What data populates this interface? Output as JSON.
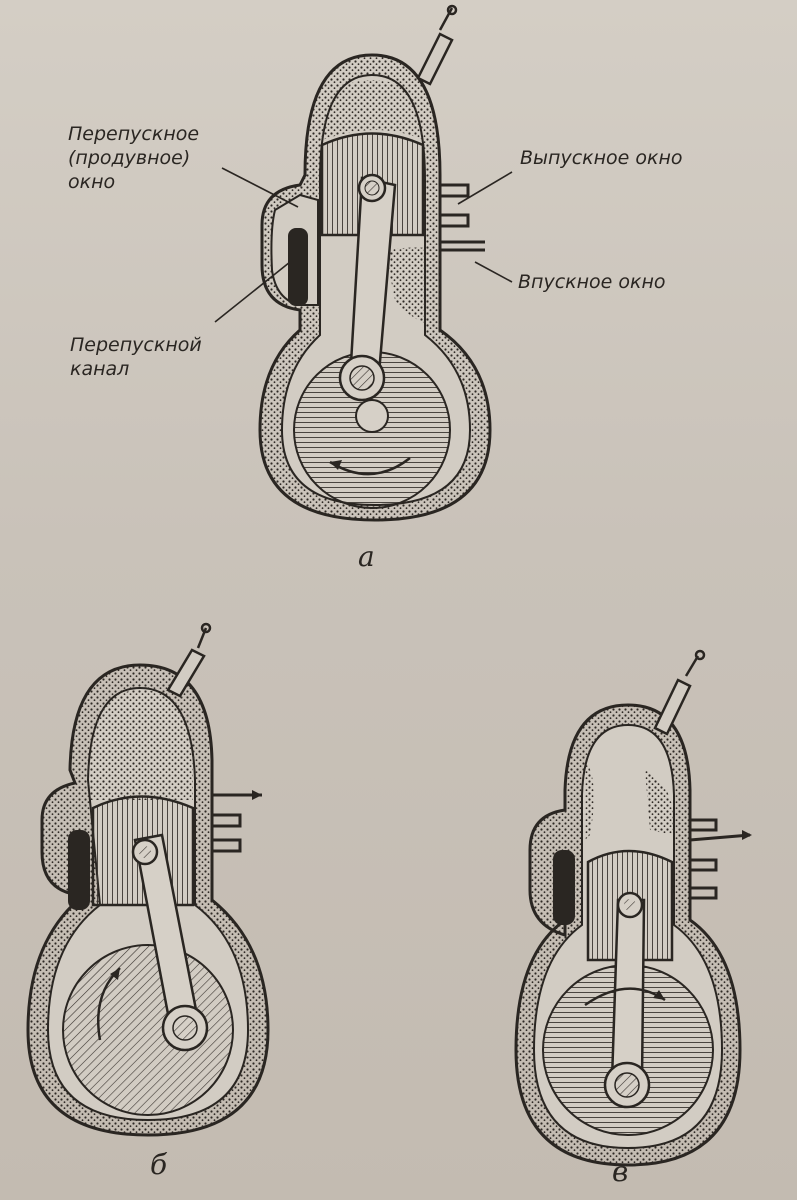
{
  "labels": {
    "transfer_port": [
      "Перепускное",
      "(продувное)",
      "окно"
    ],
    "exhaust_port": "Выпускное окно",
    "intake_port": "Впускное окно",
    "transfer_channel": [
      "Перепускной",
      "канал"
    ]
  },
  "figure_letters": {
    "a": "а",
    "b": "б",
    "c": "в"
  },
  "colors": {
    "ink": "#2a2622",
    "paper": "#cdc6bd"
  }
}
